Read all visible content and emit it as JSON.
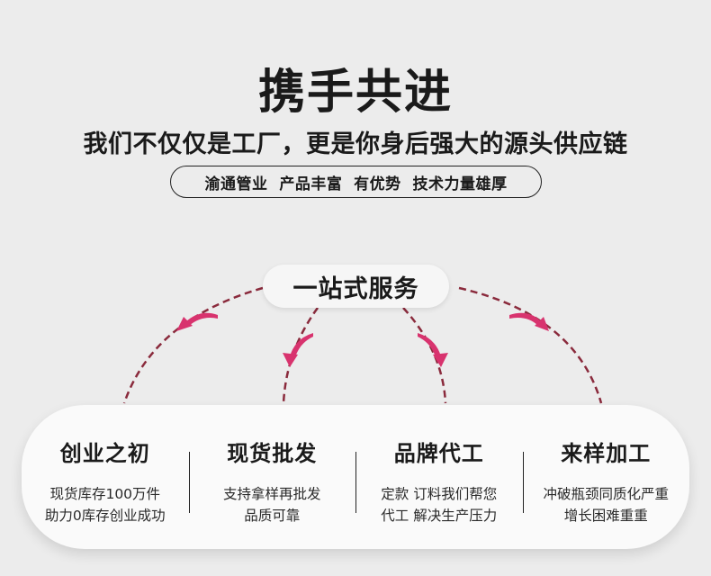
{
  "header": {
    "title": "携手共进",
    "subtitle": "我们不仅仅是工厂，更是你身后强大的源头供应链",
    "tagline": "渝通管业  产品丰富  有优势  技术力量雄厚"
  },
  "center": {
    "label": "一站式服务"
  },
  "colors": {
    "background": "#ececec",
    "arrow_accent": "#d8336e",
    "dashed_line": "#8a2a3c"
  },
  "services": [
    {
      "title": "创业之初",
      "lines": [
        "现货库存100万件",
        "助力0库存创业成功"
      ]
    },
    {
      "title": "现货批发",
      "lines": [
        "支持拿样再批发",
        "品质可靠"
      ]
    },
    {
      "title": "品牌代工",
      "lines": [
        "定款 订料我们帮您",
        "代工 解决生产压力"
      ]
    },
    {
      "title": "来样加工",
      "lines": [
        "冲破瓶颈同质化严重",
        "增长困难重重"
      ]
    }
  ]
}
